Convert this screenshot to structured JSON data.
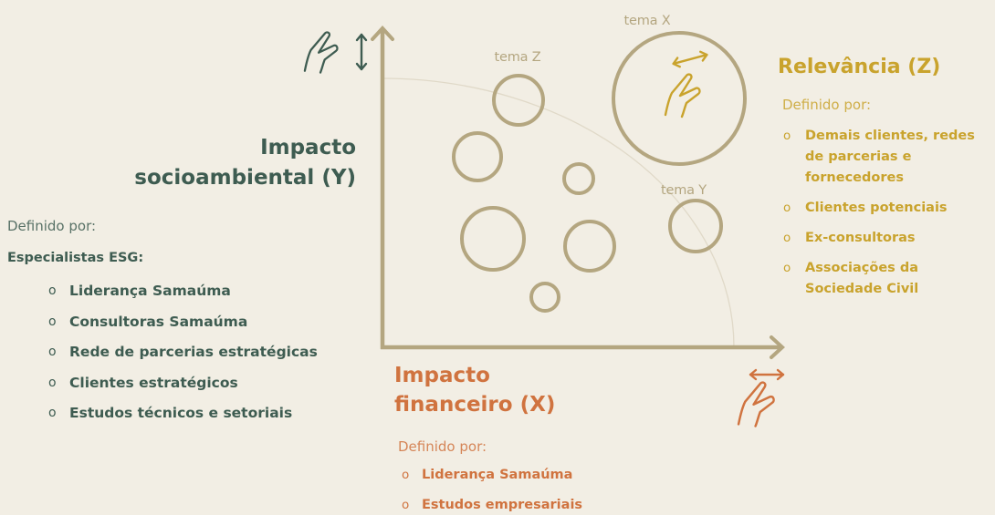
{
  "colors": {
    "background": "#F2EEE4",
    "axis": "#B4A680",
    "arc": "#E0D9C8",
    "social": "#3E5C51",
    "financial": "#D0733F",
    "relevance": "#C9A32D"
  },
  "bullet_marker": "o",
  "chart": {
    "theme_labels": {
      "x": "tema X",
      "z": "tema Z",
      "y": "tema Y"
    },
    "icons": {
      "vertical": "pinch-zoom-vertical-icon",
      "diagonal": "pinch-zoom-diagonal-icon",
      "horizontal": "pinch-zoom-horizontal-icon"
    }
  },
  "social_impact": {
    "title_line1": "Impacto",
    "title_line2": "socioambiental (Y)",
    "defined_by": "Definido por:",
    "group_label": "Especialistas ESG:",
    "items": [
      [
        "Liderança Samaúma"
      ],
      [
        "Consultoras Samaúma"
      ],
      [
        "Rede de parcerias estratégicas"
      ],
      [
        "Clientes estratégicos"
      ],
      [
        "Estudos técnicos e setoriais"
      ]
    ]
  },
  "financial_impact": {
    "title_line1": "Impacto",
    "title_line2": "financeiro (X)",
    "defined_by": "Definido por:",
    "items": [
      [
        "Liderança Samaúma"
      ],
      [
        "Estudos empresariais"
      ]
    ]
  },
  "relevance": {
    "title": "Relevância (Z)",
    "defined_by": "Definido por:",
    "items": [
      [
        "Demais clientes, redes",
        "de parcerias e",
        "fornecedores"
      ],
      [
        "Clientes potenciais"
      ],
      [
        "Ex-consultoras"
      ],
      [
        "Associações da",
        "Sociedade Civil"
      ]
    ]
  }
}
